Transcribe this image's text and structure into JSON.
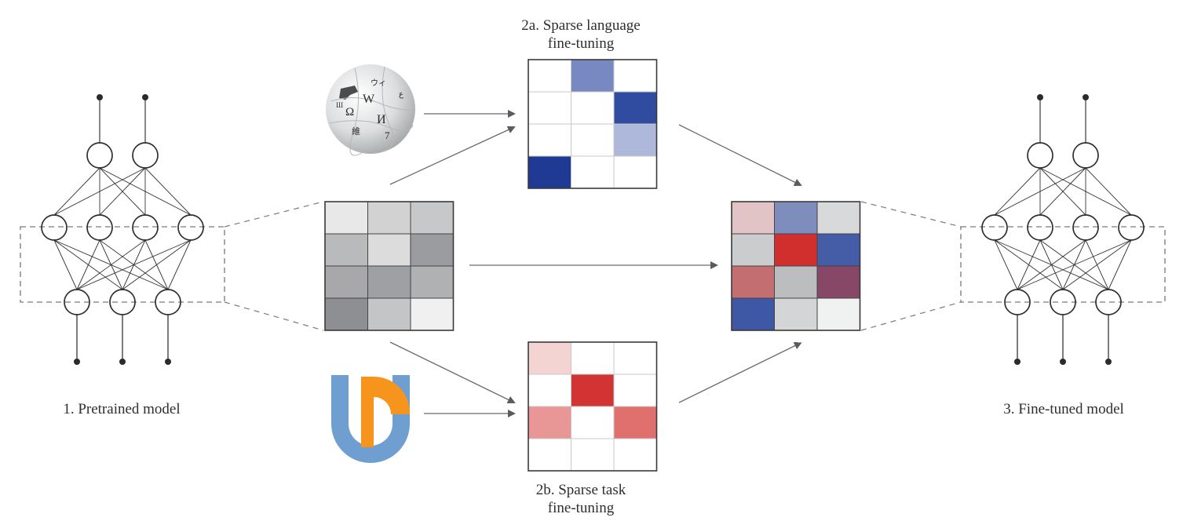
{
  "labels": {
    "pretrained": "1. Pretrained model",
    "lang_ft_line1": "2a. Sparse language",
    "lang_ft_line2": "fine-tuning",
    "task_ft_line1": "2b. Sparse task",
    "task_ft_line2": "fine-tuning",
    "finetuned": "3. Fine-tuned model"
  },
  "icons": {
    "wikipedia": "wikipedia-globe-logo",
    "universal_dependencies": "universal-dependencies-logo"
  },
  "colors": {
    "line": "#555555",
    "arrow": "#5a5a60",
    "dashed": "#7a7a7a",
    "node_stroke": "#2f2f2f",
    "grid_border": "#3a3a3a",
    "cell_divider": "#c8c8c8",
    "ud_blue": "#6f9fd0",
    "ud_orange": "#f7941d"
  },
  "network": {
    "layers": [
      2,
      4,
      3
    ],
    "outputs": 2,
    "inputs": 3
  },
  "matrices": {
    "pretrained": [
      [
        "#e8e8e8",
        "#d2d2d3",
        "#c7c8c9"
      ],
      [
        "#b9babc",
        "#dcdcdd",
        "#9b9c9f"
      ],
      [
        "#a8a8aa",
        "#9fa0a3",
        "#b0b1b3"
      ],
      [
        "#8e8f92",
        "#c4c5c6",
        "#f0f0f0"
      ]
    ],
    "language": [
      [
        "#ffffff",
        "#7889c2",
        "#ffffff"
      ],
      [
        "#ffffff",
        "#ffffff",
        "#2f4ca0"
      ],
      [
        "#ffffff",
        "#ffffff",
        "#adb8da"
      ],
      [
        "#1f3a94",
        "#ffffff",
        "#ffffff"
      ]
    ],
    "task": [
      [
        "#f4d3d3",
        "#ffffff",
        "#ffffff"
      ],
      [
        "#ffffff",
        "#d13432",
        "#ffffff"
      ],
      [
        "#e89696",
        "#ffffff",
        "#e0706d"
      ],
      [
        "#ffffff",
        "#ffffff",
        "#ffffff"
      ]
    ],
    "finetuned": [
      [
        "#e3c4c6",
        "#7f8dbc",
        "#d8d9da"
      ],
      [
        "#cbccce",
        "#d12f2d",
        "#445da6"
      ],
      [
        "#c36e70",
        "#bcbdbf",
        "#874868"
      ],
      [
        "#3f58a6",
        "#d4d5d6",
        "#f0f1f1"
      ]
    ]
  }
}
